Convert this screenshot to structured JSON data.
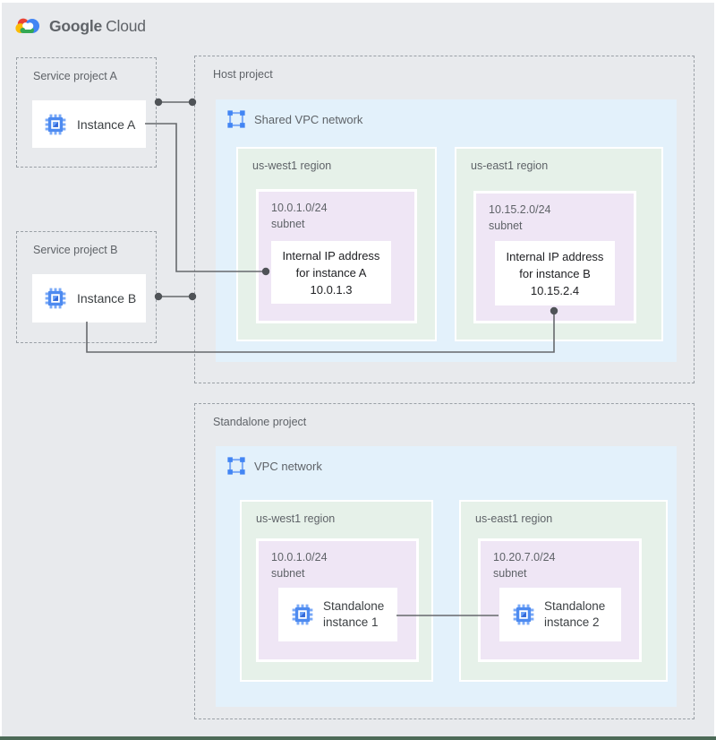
{
  "brand": {
    "part1": "Google",
    "part2": "Cloud"
  },
  "colors": {
    "background": "#E8EAED",
    "vpc_panel_blue": "#E3F1FB",
    "region_panel_green": "#E6F1E9",
    "subnet_panel_purple": "#EFE6F5",
    "accent_blue": "#4285F4",
    "connector_gray": "#5F6368",
    "google_red": "#EA4335",
    "google_yellow": "#FBBC05",
    "google_green": "#34A853",
    "footer_bar_green": "#4C6A57"
  },
  "service_project_a": {
    "label": "Service project A",
    "instance_label": "Instance A"
  },
  "service_project_b": {
    "label": "Service project B",
    "instance_label": "Instance B"
  },
  "host_project": {
    "label": "Host project",
    "network_label": "Shared VPC network",
    "regions": [
      {
        "label": "us-west1 region",
        "subnet_cidr": "10.0.1.0/24",
        "subnet_word": "subnet",
        "ip_line1": "Internal IP address",
        "ip_line2": "for instance A",
        "ip_line3": "10.0.1.3"
      },
      {
        "label": "us-east1 region",
        "subnet_cidr": "10.15.2.0/24",
        "subnet_word": "subnet",
        "ip_line1": "Internal IP address",
        "ip_line2": "for instance B",
        "ip_line3": "10.15.2.4"
      }
    ]
  },
  "standalone_project": {
    "label": "Standalone project",
    "network_label": "VPC network",
    "regions": [
      {
        "label": "us-west1 region",
        "subnet_cidr": "10.0.1.0/24",
        "subnet_word": "subnet",
        "instance_line1": "Standalone",
        "instance_line2": "instance 1"
      },
      {
        "label": "us-east1 region",
        "subnet_cidr": "10.20.7.0/24",
        "subnet_word": "subnet",
        "instance_line1": "Standalone",
        "instance_line2": "instance 2"
      }
    ]
  }
}
